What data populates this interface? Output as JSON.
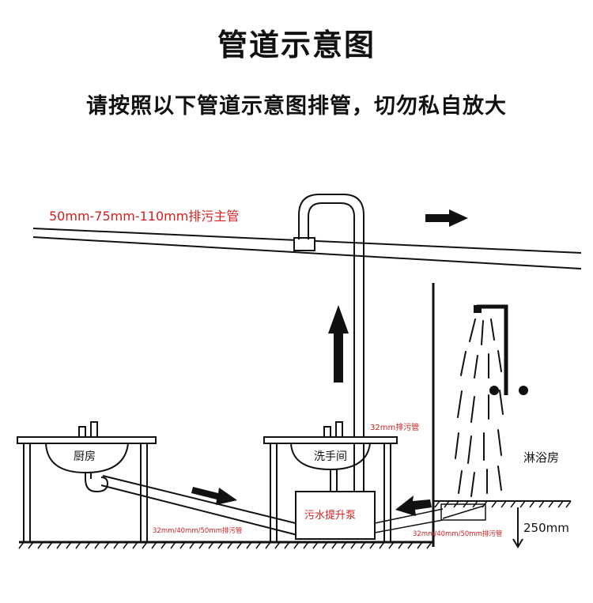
{
  "title": "管道示意图",
  "subtitle": "请按照以下管道示意图排管，切勿私自放大",
  "labels": {
    "main_pipe": "50mm-75mm-110mm排污主管",
    "riser_pipe": "32mm排污管",
    "kitchen": "厨房",
    "washroom": "洗手间",
    "shower_room": "淋浴房",
    "pump": "污水提升泵",
    "branch_pipe_left": "32mm/40mm/50mm排污管",
    "branch_pipe_right": "32mm/40mm/50mm排污管",
    "floor_height": "250mm"
  },
  "colors": {
    "annotation_red": "#d21f1f",
    "line": "#111111"
  }
}
